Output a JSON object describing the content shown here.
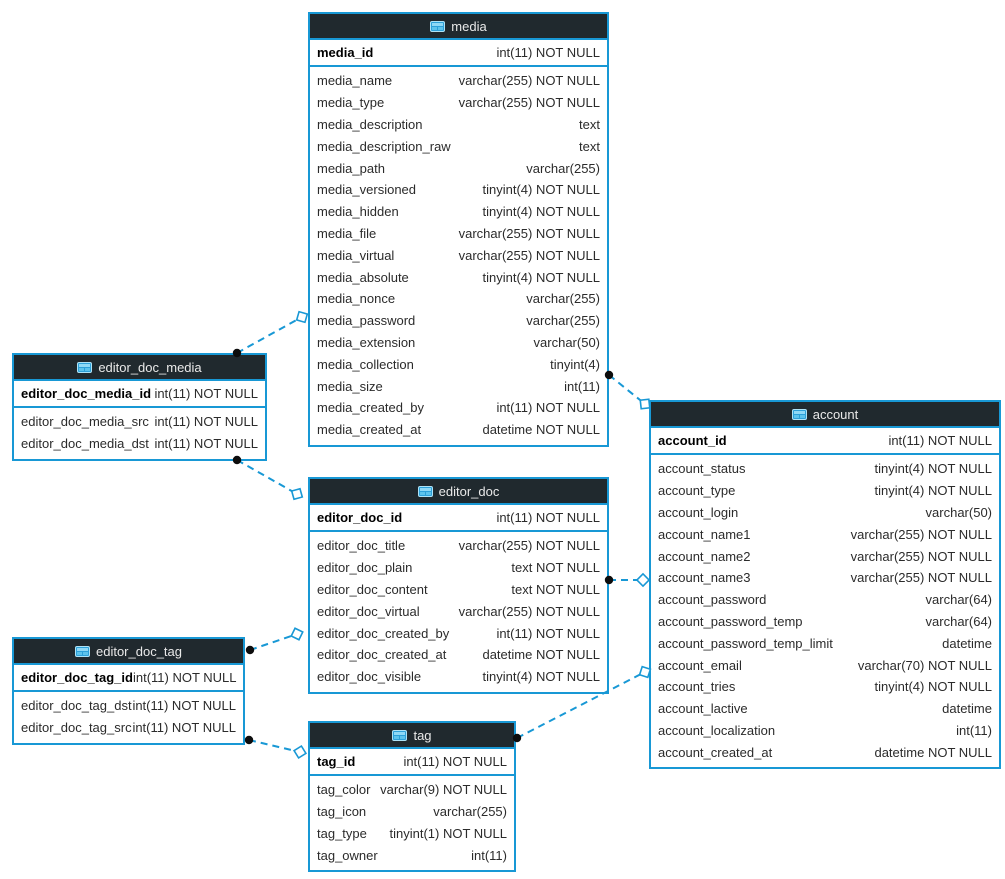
{
  "diagram": {
    "colors": {
      "accent": "#1898d5",
      "header_bg": "#20292e",
      "header_text": "#e9e9e9",
      "body_bg": "#ffffff",
      "text": "#2b2b2b"
    },
    "icons": {
      "table_header": "table-icon"
    },
    "tables": [
      {
        "name": "media",
        "pk": {
          "field": "media_id",
          "type": "int(11) NOT NULL"
        },
        "columns": [
          {
            "field": "media_name",
            "type": "varchar(255) NOT NULL"
          },
          {
            "field": "media_type",
            "type": "varchar(255) NOT NULL"
          },
          {
            "field": "media_description",
            "type": "text"
          },
          {
            "field": "media_description_raw",
            "type": "text"
          },
          {
            "field": "media_path",
            "type": "varchar(255)"
          },
          {
            "field": "media_versioned",
            "type": "tinyint(4) NOT NULL"
          },
          {
            "field": "media_hidden",
            "type": "tinyint(4) NOT NULL"
          },
          {
            "field": "media_file",
            "type": "varchar(255) NOT NULL"
          },
          {
            "field": "media_virtual",
            "type": "varchar(255) NOT NULL"
          },
          {
            "field": "media_absolute",
            "type": "tinyint(4) NOT NULL"
          },
          {
            "field": "media_nonce",
            "type": "varchar(255)"
          },
          {
            "field": "media_password",
            "type": "varchar(255)"
          },
          {
            "field": "media_extension",
            "type": "varchar(50)"
          },
          {
            "field": "media_collection",
            "type": "tinyint(4)"
          },
          {
            "field": "media_size",
            "type": "int(11)"
          },
          {
            "field": "media_created_by",
            "type": "int(11) NOT NULL"
          },
          {
            "field": "media_created_at",
            "type": "datetime NOT NULL"
          }
        ]
      },
      {
        "name": "editor_doc_media",
        "pk": {
          "field": "editor_doc_media_id",
          "type": "int(11) NOT NULL"
        },
        "columns": [
          {
            "field": "editor_doc_media_src",
            "type": "int(11) NOT NULL"
          },
          {
            "field": "editor_doc_media_dst",
            "type": "int(11) NOT NULL"
          }
        ]
      },
      {
        "name": "editor_doc",
        "pk": {
          "field": "editor_doc_id",
          "type": "int(11) NOT NULL"
        },
        "columns": [
          {
            "field": "editor_doc_title",
            "type": "varchar(255) NOT NULL"
          },
          {
            "field": "editor_doc_plain",
            "type": "text NOT NULL"
          },
          {
            "field": "editor_doc_content",
            "type": "text NOT NULL"
          },
          {
            "field": "editor_doc_virtual",
            "type": "varchar(255) NOT NULL"
          },
          {
            "field": "editor_doc_created_by",
            "type": "int(11) NOT NULL"
          },
          {
            "field": "editor_doc_created_at",
            "type": "datetime NOT NULL"
          },
          {
            "field": "editor_doc_visible",
            "type": "tinyint(4) NOT NULL"
          }
        ]
      },
      {
        "name": "editor_doc_tag",
        "pk": {
          "field": "editor_doc_tag_id",
          "type": "int(11) NOT NULL"
        },
        "columns": [
          {
            "field": "editor_doc_tag_dst",
            "type": "int(11) NOT NULL"
          },
          {
            "field": "editor_doc_tag_src",
            "type": "int(11) NOT NULL"
          }
        ]
      },
      {
        "name": "tag",
        "pk": {
          "field": "tag_id",
          "type": "int(11) NOT NULL"
        },
        "columns": [
          {
            "field": "tag_color",
            "type": "varchar(9) NOT NULL"
          },
          {
            "field": "tag_icon",
            "type": "varchar(255)"
          },
          {
            "field": "tag_type",
            "type": "tinyint(1) NOT NULL"
          },
          {
            "field": "tag_owner",
            "type": "int(11)"
          }
        ]
      },
      {
        "name": "account",
        "pk": {
          "field": "account_id",
          "type": "int(11) NOT NULL"
        },
        "columns": [
          {
            "field": "account_status",
            "type": "tinyint(4) NOT NULL"
          },
          {
            "field": "account_type",
            "type": "tinyint(4) NOT NULL"
          },
          {
            "field": "account_login",
            "type": "varchar(50)"
          },
          {
            "field": "account_name1",
            "type": "varchar(255) NOT NULL"
          },
          {
            "field": "account_name2",
            "type": "varchar(255) NOT NULL"
          },
          {
            "field": "account_name3",
            "type": "varchar(255) NOT NULL"
          },
          {
            "field": "account_password",
            "type": "varchar(64)"
          },
          {
            "field": "account_password_temp",
            "type": "varchar(64)"
          },
          {
            "field": "account_password_temp_limit",
            "type": "datetime"
          },
          {
            "field": "account_email",
            "type": "varchar(70) NOT NULL"
          },
          {
            "field": "account_tries",
            "type": "tinyint(4) NOT NULL"
          },
          {
            "field": "account_lactive",
            "type": "datetime"
          },
          {
            "field": "account_localization",
            "type": "int(11)"
          },
          {
            "field": "account_created_at",
            "type": "datetime NOT NULL"
          }
        ]
      }
    ],
    "relationships": [
      {
        "from": "editor_doc_media",
        "to": "media"
      },
      {
        "from": "editor_doc_media",
        "to": "editor_doc"
      },
      {
        "from": "editor_doc_tag",
        "to": "editor_doc"
      },
      {
        "from": "editor_doc_tag",
        "to": "tag"
      },
      {
        "from": "media",
        "to": "account"
      },
      {
        "from": "editor_doc",
        "to": "account"
      },
      {
        "from": "tag",
        "to": "account"
      }
    ]
  }
}
